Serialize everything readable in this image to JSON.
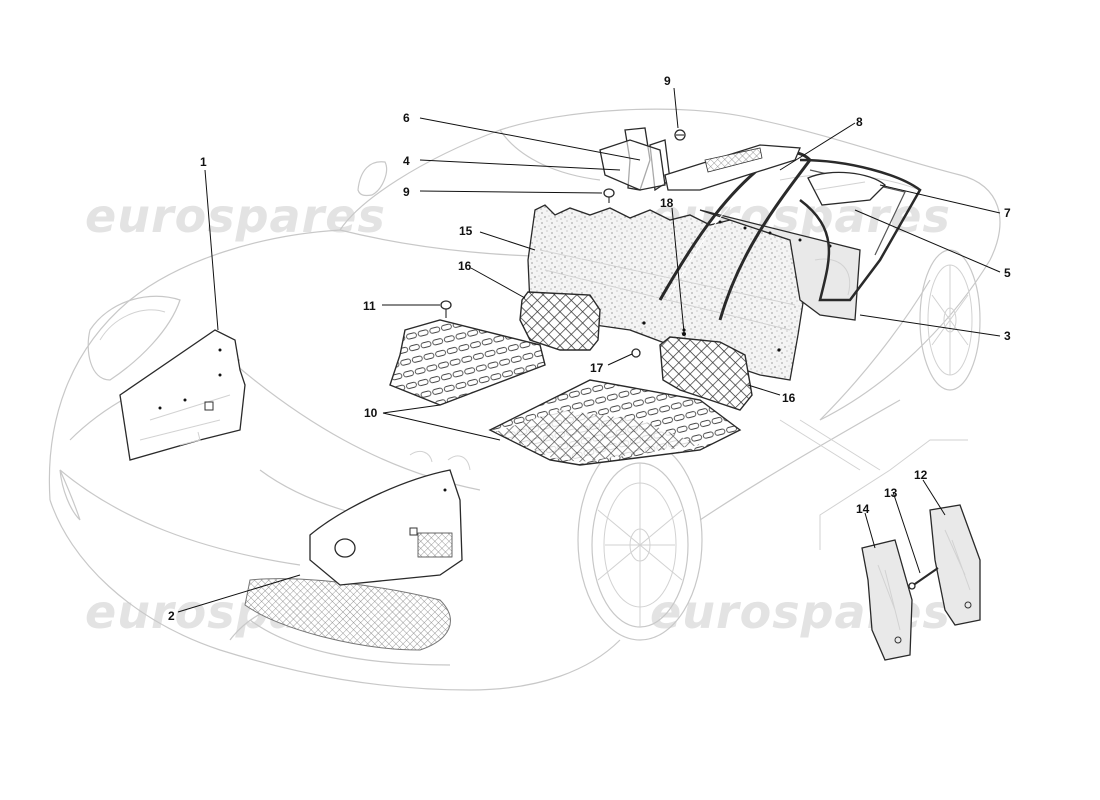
{
  "watermark": {
    "text": "eurospares"
  },
  "callouts": [
    {
      "id": "c1",
      "label": "1"
    },
    {
      "id": "c2",
      "label": "2"
    },
    {
      "id": "c3",
      "label": "3"
    },
    {
      "id": "c4",
      "label": "4"
    },
    {
      "id": "c5",
      "label": "5"
    },
    {
      "id": "c6",
      "label": "6"
    },
    {
      "id": "c7",
      "label": "7"
    },
    {
      "id": "c8",
      "label": "8"
    },
    {
      "id": "c9a",
      "label": "9"
    },
    {
      "id": "c9b",
      "label": "9"
    },
    {
      "id": "c10",
      "label": "10"
    },
    {
      "id": "c11",
      "label": "11"
    },
    {
      "id": "c12",
      "label": "12"
    },
    {
      "id": "c13",
      "label": "13"
    },
    {
      "id": "c14",
      "label": "14"
    },
    {
      "id": "c15",
      "label": "15"
    },
    {
      "id": "c16a",
      "label": "16"
    },
    {
      "id": "c16b",
      "label": "16"
    },
    {
      "id": "c17",
      "label": "17"
    },
    {
      "id": "c18",
      "label": "18"
    }
  ]
}
